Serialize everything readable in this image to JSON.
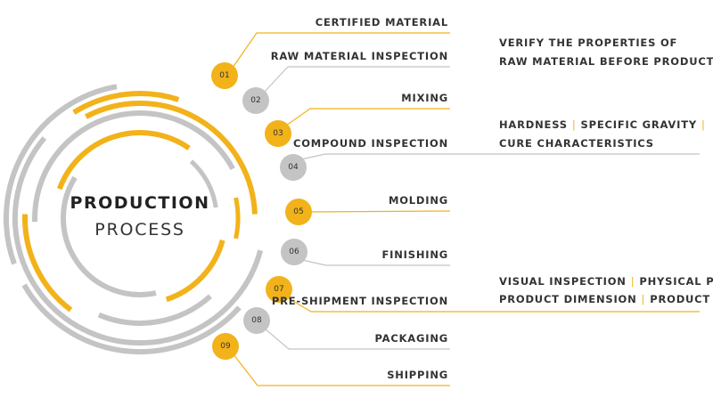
{
  "title": {
    "line1": "PRODUCTION",
    "line2": "PROCESS"
  },
  "colors": {
    "accent": "#f2b21a",
    "neutral": "#c4c4c4",
    "text": "#333333"
  },
  "steps": [
    {
      "number": "01",
      "label": "CERTIFIED MATERIAL",
      "color": "accent"
    },
    {
      "number": "02",
      "label": "RAW MATERIAL INSPECTION",
      "color": "neutral"
    },
    {
      "number": "03",
      "label": "MIXING",
      "color": "accent"
    },
    {
      "number": "04",
      "label": "COMPOUND INSPECTION",
      "color": "neutral"
    },
    {
      "number": "05",
      "label": "MOLDING",
      "color": "accent"
    },
    {
      "number": "06",
      "label": "FINISHING",
      "color": "neutral"
    },
    {
      "number": "07",
      "label": "PRE-SHIPMENT INSPECTION",
      "color": "accent"
    },
    {
      "number": "08",
      "label": "PACKAGING",
      "color": "neutral"
    },
    {
      "number": "09",
      "label": "SHIPPING",
      "color": "accent"
    }
  ],
  "notes": {
    "raw_material": {
      "line1": "VERIFY THE PROPERTIES OF",
      "line2": "RAW MATERIAL BEFORE PRODUCTION"
    },
    "compound": {
      "item1": "HARDNESS",
      "item2": "SPECIFIC GRAVITY",
      "item3": "CURE CHARACTERISTICS",
      "separator": "|"
    },
    "pre_shipment": {
      "item1": "VISUAL INSPECTION",
      "item2": "PHYSICAL PROPERTIES",
      "item3": "PRODUCT DIMENSION",
      "item4": "PRODUCT APPEARANCE",
      "separator": "|"
    }
  }
}
